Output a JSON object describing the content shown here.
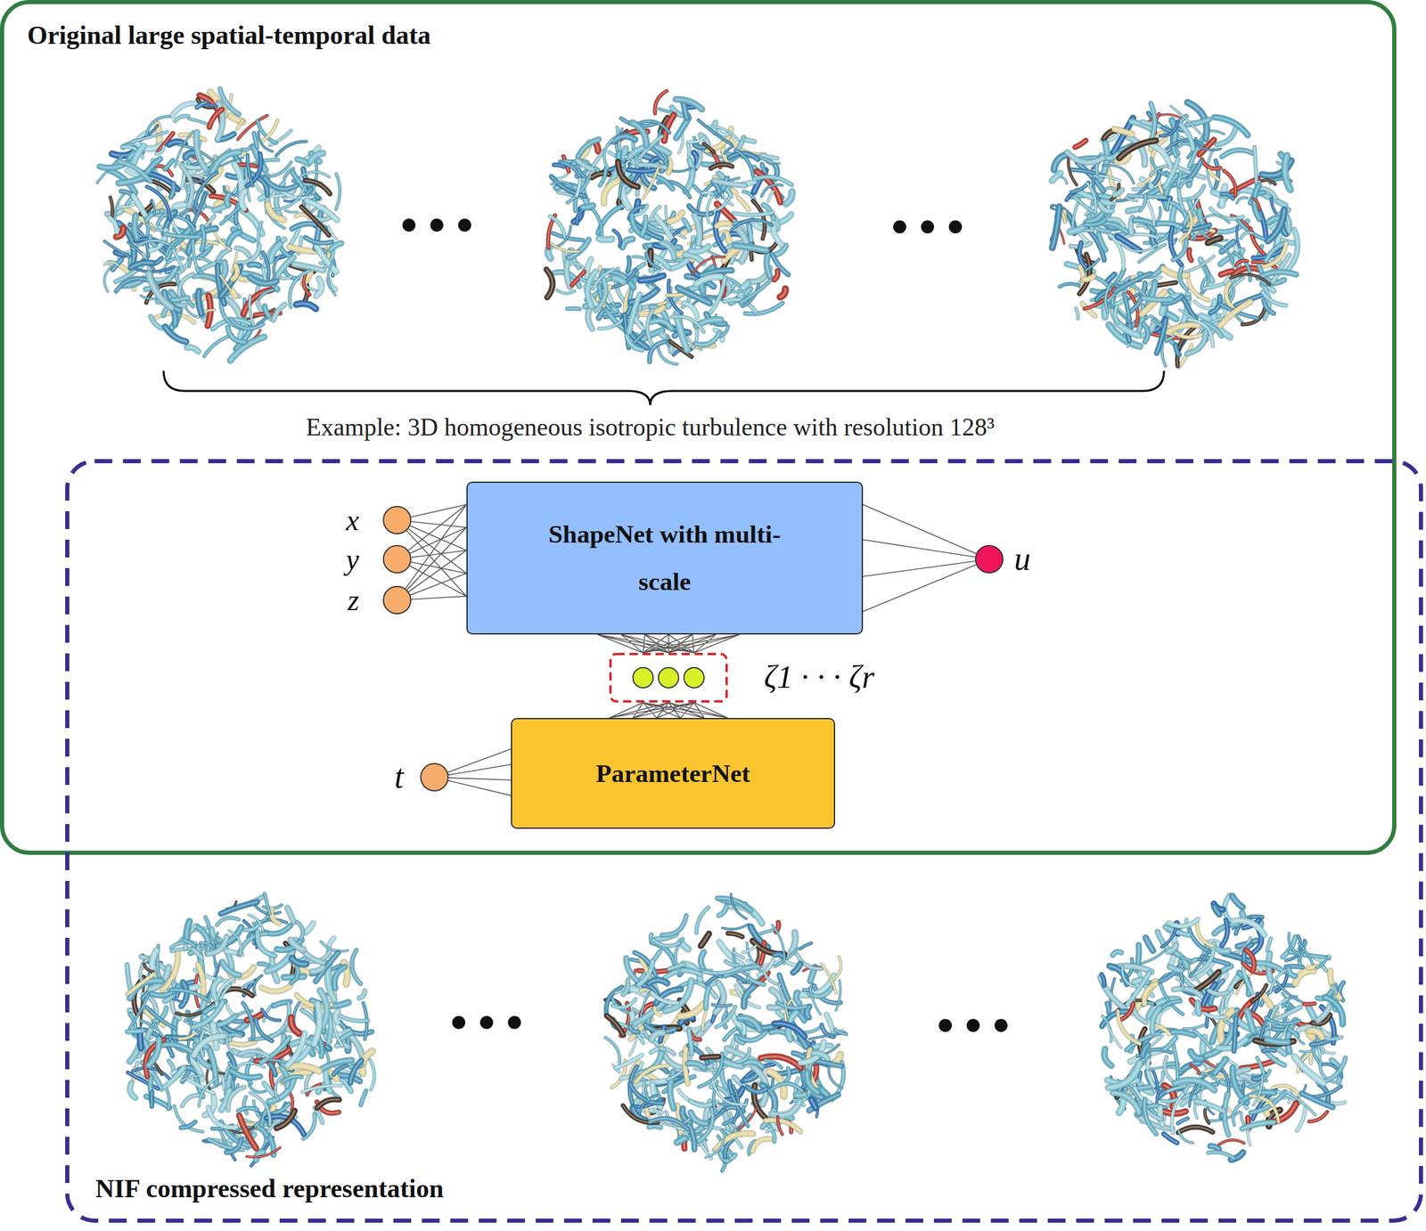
{
  "diagram": {
    "nodes": [
      {
        "text": [
          "Original large spatial-temporal data"
        ]
      },
      {
        "text": [
          "NIF compressed representation"
        ]
      },
      {
        "text": [
          "x"
        ],
        "in": 0
      },
      {
        "text": [
          "y"
        ],
        "in": 0
      },
      {
        "text": [
          "z"
        ],
        "in": 0
      },
      {
        "text": [
          "ShapeNet with multi-scale"
        ],
        "in": 0
      },
      {
        "text": [
          "u"
        ],
        "in": 0
      },
      {
        "text": [
          "ζ1 · · · ζr"
        ],
        "in": 0
      },
      {
        "text": [
          "t"
        ],
        "in": 0
      },
      {
        "text": [
          "ParameterNet"
        ],
        "in": 0
      }
    ],
    "edges": [
      {
        "from": 2,
        "to": 5,
        "arrow": "none"
      },
      {
        "from": 3,
        "to": 5,
        "arrow": "none"
      },
      {
        "from": 4,
        "to": 5,
        "arrow": "none"
      },
      {
        "from": 5,
        "to": 6,
        "arrow": "none"
      },
      {
        "from": 8,
        "to": 9,
        "arrow": "none"
      },
      {
        "from": 9,
        "to": 7,
        "arrow": "none"
      },
      {
        "from": 7,
        "to": 5,
        "arrow": "none"
      }
    ],
    "labels": [
      "Example: 3D homogeneous isotropic turbulence with resolution 128³"
    ]
  }
}
